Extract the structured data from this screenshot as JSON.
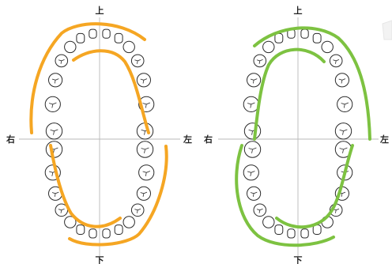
{
  "labels": {
    "up": "上",
    "down": "下",
    "right": "右",
    "left": "左"
  },
  "charts": [
    {
      "id": "left",
      "arch_color": "#F5A623"
    },
    {
      "id": "right",
      "arch_color": "#7DC241"
    }
  ]
}
